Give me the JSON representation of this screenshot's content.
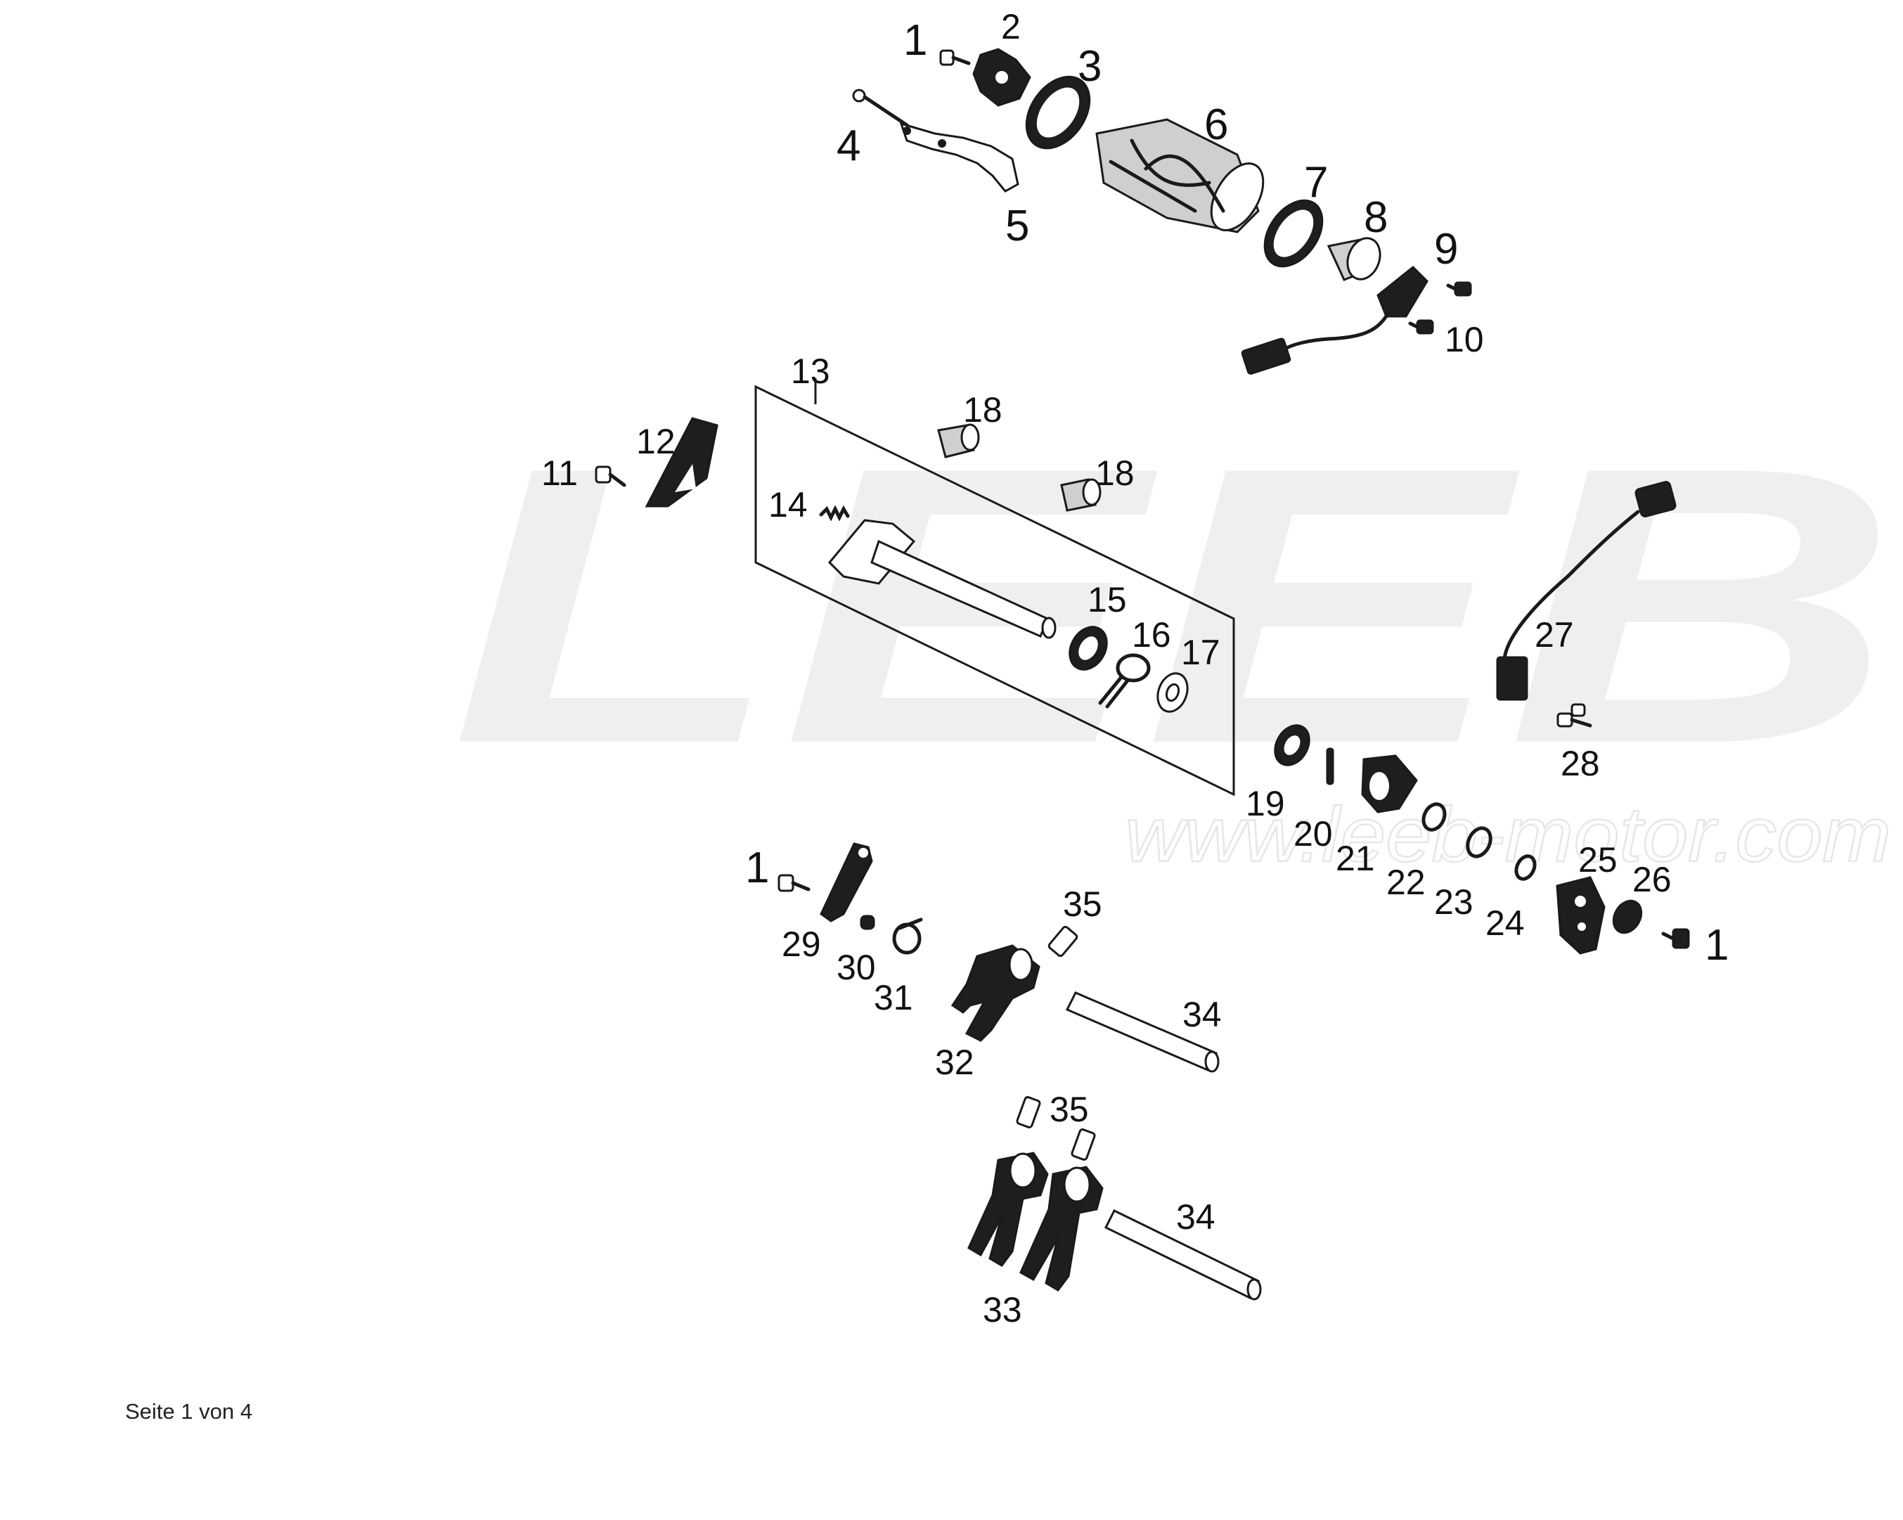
{
  "watermark": {
    "brand": "LEEB",
    "url": "www.leeb-motor.com"
  },
  "footer": {
    "page_label": "Seite 1 von 4"
  },
  "callouts": [
    {
      "id": "c1a",
      "label": "1"
    },
    {
      "id": "c2",
      "label": "2"
    },
    {
      "id": "c3",
      "label": "3"
    },
    {
      "id": "c4",
      "label": "4"
    },
    {
      "id": "c5",
      "label": "5"
    },
    {
      "id": "c6",
      "label": "6"
    },
    {
      "id": "c7",
      "label": "7"
    },
    {
      "id": "c8",
      "label": "8"
    },
    {
      "id": "c9",
      "label": "9"
    },
    {
      "id": "c10",
      "label": "10"
    },
    {
      "id": "c11",
      "label": "11"
    },
    {
      "id": "c12",
      "label": "12"
    },
    {
      "id": "c13",
      "label": "13"
    },
    {
      "id": "c14",
      "label": "14"
    },
    {
      "id": "c15",
      "label": "15"
    },
    {
      "id": "c16",
      "label": "16"
    },
    {
      "id": "c17",
      "label": "17"
    },
    {
      "id": "c18a",
      "label": "18"
    },
    {
      "id": "c18b",
      "label": "18"
    },
    {
      "id": "c19",
      "label": "19"
    },
    {
      "id": "c20",
      "label": "20"
    },
    {
      "id": "c21",
      "label": "21"
    },
    {
      "id": "c22",
      "label": "22"
    },
    {
      "id": "c23",
      "label": "23"
    },
    {
      "id": "c24",
      "label": "24"
    },
    {
      "id": "c25",
      "label": "25"
    },
    {
      "id": "c26",
      "label": "26"
    },
    {
      "id": "c1b",
      "label": "1"
    },
    {
      "id": "c27",
      "label": "27"
    },
    {
      "id": "c28",
      "label": "28"
    },
    {
      "id": "c1c",
      "label": "1"
    },
    {
      "id": "c29",
      "label": "29"
    },
    {
      "id": "c30",
      "label": "30"
    },
    {
      "id": "c31",
      "label": "31"
    },
    {
      "id": "c32",
      "label": "32"
    },
    {
      "id": "c33",
      "label": "33"
    },
    {
      "id": "c34a",
      "label": "34"
    },
    {
      "id": "c34b",
      "label": "34"
    },
    {
      "id": "c35a",
      "label": "35"
    },
    {
      "id": "c35b",
      "label": "35"
    }
  ]
}
